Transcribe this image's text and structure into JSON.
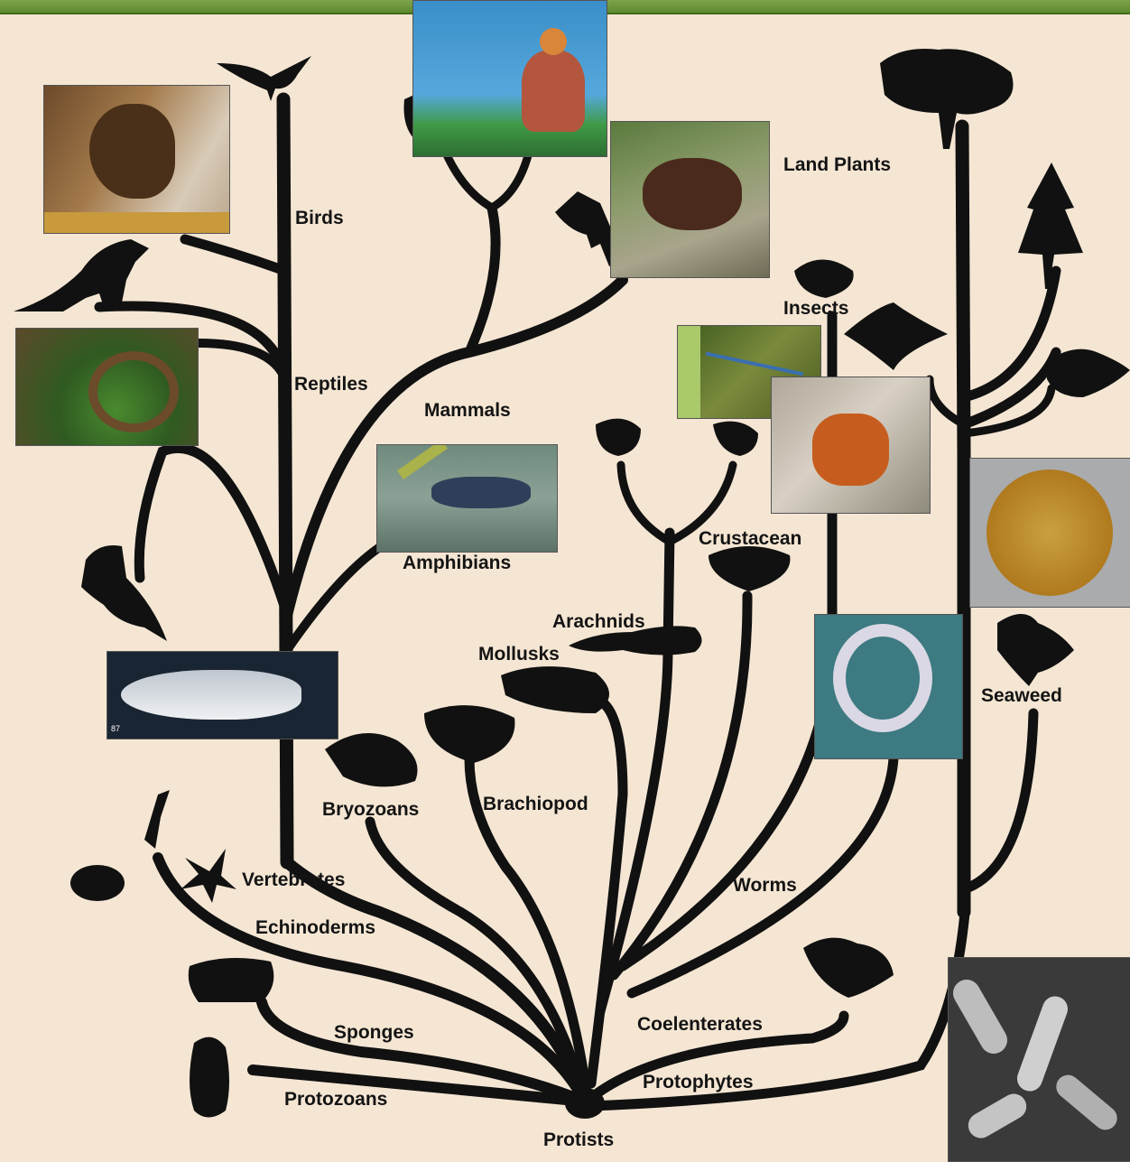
{
  "labels": {
    "birds": "Birds",
    "reptiles": "Reptiles",
    "mammals": "Mammals",
    "amphibians": "Amphibians",
    "land_plants": "Land Plants",
    "insects": "Insects",
    "crustacean": "Crustacean",
    "arachnids": "Arachnids",
    "mollusks": "Mollusks",
    "brachiopod": "Brachiopod",
    "bryozoans": "Bryozoans",
    "vertebrates": "Vertebrates",
    "echinoderms": "Echinoderms",
    "worms": "Worms",
    "seaweed": "Seaweed",
    "sponges": "Sponges",
    "coelenterates": "Coelenterates",
    "protophytes": "Protophytes",
    "protozoans": "Protozoans",
    "protists": "Protists"
  },
  "photo_caption": "87",
  "colors": {
    "background": "#f5e6d3",
    "branch": "#111111",
    "header": "#6b9a3a"
  }
}
